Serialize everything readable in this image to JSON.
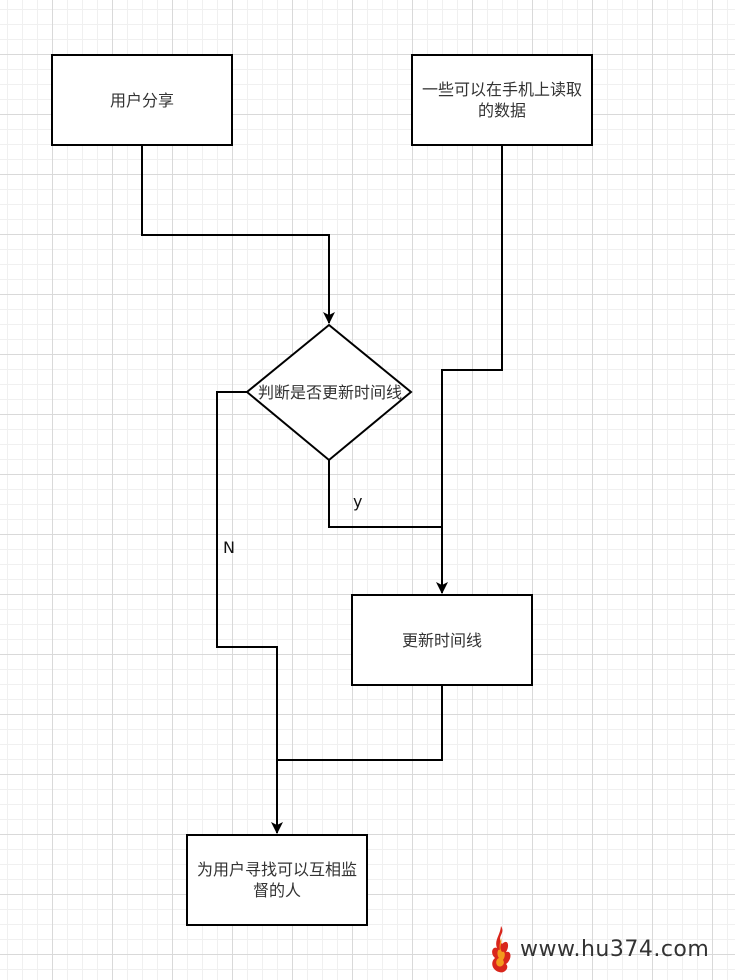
{
  "nodes": {
    "user_share": "用户分享",
    "mobile_data": "一些可以在手机上读取的数据",
    "decision": "判断是否更新时间线",
    "update_timeline": "更新时间线",
    "find_users": "为用户寻找可以互相监督的人"
  },
  "edges": {
    "yes_label": "y",
    "no_label": "N"
  },
  "watermark": {
    "text": "www.hu374.com",
    "logo_icon": "flame-logo-icon"
  },
  "colors": {
    "stroke": "#000000",
    "grid": "#d9d9d9",
    "text": "#333333",
    "flame_red": "#d9261c",
    "flame_orange": "#f39a1e"
  }
}
